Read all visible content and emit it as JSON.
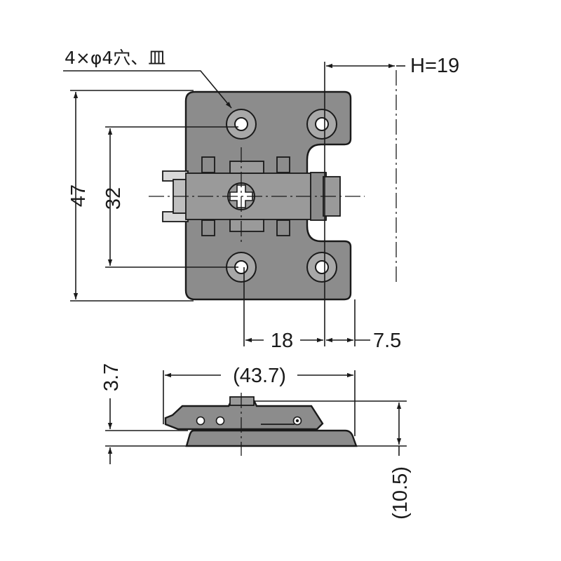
{
  "note": {
    "label": "4×φ4穴、皿"
  },
  "dimensions": {
    "plate_height": "47",
    "hole_pitch_vertical": "32",
    "hole_pitch_horizontal": "18",
    "edge_offset": "7.5",
    "mounting_height": "H=19",
    "overall_length": "(43.7)",
    "base_thickness": "3.7",
    "overall_height": "(10.5)"
  },
  "colors": {
    "plate_fill": "#8c8c8c",
    "line": "#1a1a1a",
    "hole_fill": "#ffffff",
    "detail_fill": "#d9d9d9"
  }
}
